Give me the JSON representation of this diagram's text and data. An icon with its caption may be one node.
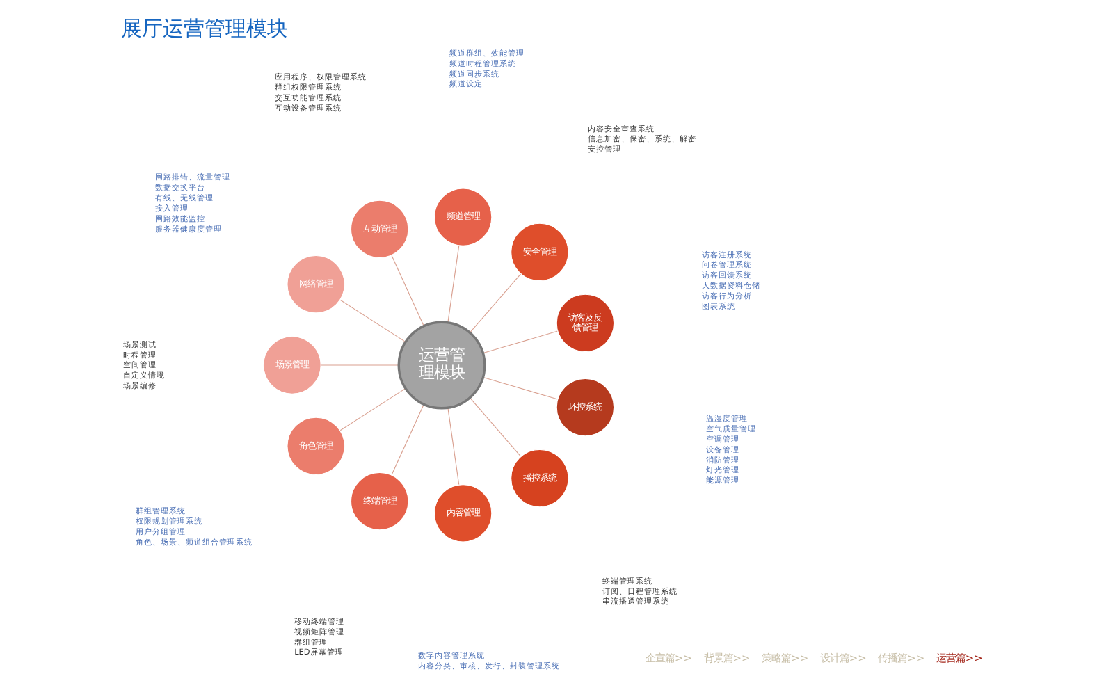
{
  "diagram": {
    "title": "展厅运营管理模块",
    "nodes": [
      {
        "text": [
          "运营管理模块"
        ]
      },
      {
        "text": [
          "环控系统"
        ],
        "beside": [
          "温湿度管理",
          "空气质量管理",
          "空调管理",
          "设备管理",
          "消防管理",
          "灯光管理",
          "能源管理"
        ]
      },
      {
        "text": [
          "播控系统"
        ],
        "beside": [
          "终端管理系统",
          "订阅、日程管理系统",
          "串流播送管理系统"
        ]
      },
      {
        "text": [
          "内容管理"
        ],
        "beside": [
          "数字内容管理系统",
          "内容分类、审核、发行、封装管理系统"
        ]
      },
      {
        "text": [
          "终端管理"
        ],
        "beside": [
          "移动终端管理",
          "视频矩阵管理",
          "群组管理",
          "LED屏幕管理"
        ]
      },
      {
        "text": [
          "角色管理"
        ],
        "beside": [
          "群组管理系统",
          "权限规划管理系统",
          "用户分组管理",
          "角色、场景、频道组合管理系统"
        ]
      },
      {
        "text": [
          "场景管理"
        ],
        "beside": [
          "场景测试",
          "时程管理",
          "空间管理",
          "自定义情境",
          "场景编修"
        ]
      },
      {
        "text": [
          "网络管理"
        ],
        "beside": [
          "网路排错、流量管理",
          "数据交换平台",
          "有线、无线管理",
          "接入管理",
          "网路效能监控",
          "服务器健康度管理"
        ]
      },
      {
        "text": [
          "互动管理"
        ],
        "beside": [
          "应用程序、权限管理系统",
          "群组权限管理系统",
          "交互功能管理系统",
          "互动设备管理系统"
        ]
      },
      {
        "text": [
          "频道管理"
        ],
        "beside": [
          "频道群组、效能管理",
          "频道时程管理系统",
          "频道同步系统",
          "频道设定"
        ]
      },
      {
        "text": [
          "安全管理"
        ],
        "beside": [
          "内容安全审查系统",
          "信息加密、保密、系统、解密",
          "安控管理"
        ]
      },
      {
        "text": [
          "访客及反馈管理"
        ],
        "beside": [
          "访客注册系统",
          "问卷管理系统",
          "访客回馈系统",
          "大数据资料仓储",
          "访客行为分析",
          "图表系统"
        ]
      }
    ],
    "edges": [
      {
        "from": 0,
        "to": 1,
        "arrow": "none"
      },
      {
        "from": 0,
        "to": 2,
        "arrow": "none"
      },
      {
        "from": 0,
        "to": 3,
        "arrow": "none"
      },
      {
        "from": 0,
        "to": 4,
        "arrow": "none"
      },
      {
        "from": 0,
        "to": 5,
        "arrow": "none"
      },
      {
        "from": 0,
        "to": 6,
        "arrow": "none"
      },
      {
        "from": 0,
        "to": 7,
        "arrow": "none"
      },
      {
        "from": 0,
        "to": 8,
        "arrow": "none"
      },
      {
        "from": 0,
        "to": 9,
        "arrow": "none"
      },
      {
        "from": 0,
        "to": 10,
        "arrow": "none"
      },
      {
        "from": 0,
        "to": 11,
        "arrow": "none"
      }
    ],
    "labels": [
      "企宣篇>>",
      "背景篇>>",
      "策略篇>>",
      "设计篇>>",
      "传播篇>>",
      "运营篇>>"
    ]
  }
}
